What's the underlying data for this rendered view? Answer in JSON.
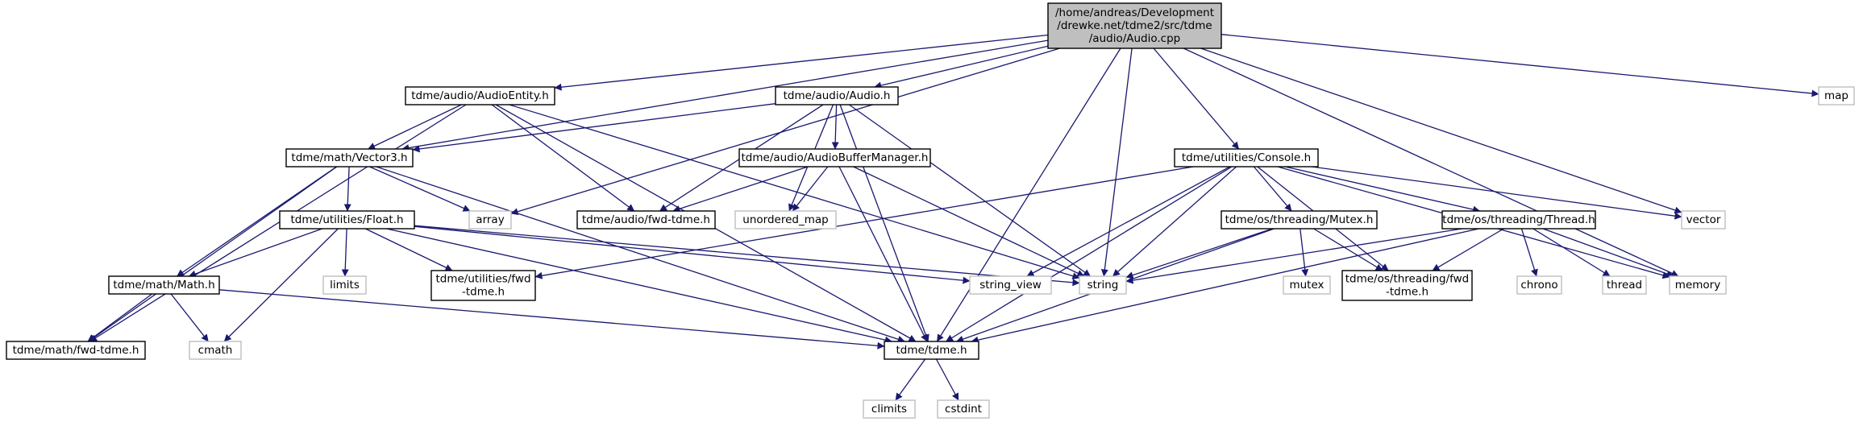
{
  "colors": {
    "edge": "#191970",
    "node_border": "#000000",
    "external_border": "#bfbfbf",
    "root_fill": "#bfbfbf",
    "node_fill": "#ffffff",
    "text": "#000000"
  },
  "nodes": [
    {
      "id": "root",
      "kind": "root",
      "lines": [
        "/home/andreas/Development",
        "/drewke.net/tdme2/src/tdme",
        "/audio/Audio.cpp"
      ]
    },
    {
      "id": "map",
      "kind": "external",
      "lines": [
        "map"
      ]
    },
    {
      "id": "audioentity",
      "kind": "header",
      "lines": [
        "tdme/audio/AudioEntity.h"
      ]
    },
    {
      "id": "audio",
      "kind": "header",
      "lines": [
        "tdme/audio/Audio.h"
      ]
    },
    {
      "id": "console",
      "kind": "header",
      "lines": [
        "tdme/utilities/Console.h"
      ]
    },
    {
      "id": "vector3",
      "kind": "header",
      "lines": [
        "tdme/math/Vector3.h"
      ]
    },
    {
      "id": "abm",
      "kind": "header",
      "lines": [
        "tdme/audio/AudioBufferManager.h"
      ]
    },
    {
      "id": "array",
      "kind": "external",
      "lines": [
        "array"
      ]
    },
    {
      "id": "float",
      "kind": "header",
      "lines": [
        "tdme/utilities/Float.h"
      ]
    },
    {
      "id": "audiofwd",
      "kind": "header",
      "lines": [
        "tdme/audio/fwd-tdme.h"
      ]
    },
    {
      "id": "unordered",
      "kind": "external",
      "lines": [
        "unordered_map"
      ]
    },
    {
      "id": "mutexh",
      "kind": "header",
      "lines": [
        "tdme/os/threading/Mutex.h"
      ]
    },
    {
      "id": "threadh",
      "kind": "header",
      "lines": [
        "tdme/os/threading/Thread.h"
      ]
    },
    {
      "id": "vector",
      "kind": "external",
      "lines": [
        "vector"
      ]
    },
    {
      "id": "mathh",
      "kind": "header",
      "lines": [
        "tdme/math/Math.h"
      ]
    },
    {
      "id": "limits",
      "kind": "external",
      "lines": [
        "limits"
      ]
    },
    {
      "id": "utilfwd",
      "kind": "header",
      "lines": [
        "tdme/utilities/fwd",
        "-tdme.h"
      ]
    },
    {
      "id": "stringview",
      "kind": "external",
      "lines": [
        "string_view"
      ]
    },
    {
      "id": "string",
      "kind": "external",
      "lines": [
        "string"
      ]
    },
    {
      "id": "mutex",
      "kind": "external",
      "lines": [
        "mutex"
      ]
    },
    {
      "id": "threadfwd",
      "kind": "header",
      "lines": [
        "tdme/os/threading/fwd",
        "-tdme.h"
      ]
    },
    {
      "id": "chrono",
      "kind": "external",
      "lines": [
        "chrono"
      ]
    },
    {
      "id": "thread",
      "kind": "external",
      "lines": [
        "thread"
      ]
    },
    {
      "id": "memory",
      "kind": "external",
      "lines": [
        "memory"
      ]
    },
    {
      "id": "mathfwd",
      "kind": "header",
      "lines": [
        "tdme/math/fwd-tdme.h"
      ]
    },
    {
      "id": "cmath",
      "kind": "external",
      "lines": [
        "cmath"
      ]
    },
    {
      "id": "tdmeh",
      "kind": "header",
      "lines": [
        "tdme/tdme.h"
      ]
    },
    {
      "id": "climits",
      "kind": "external",
      "lines": [
        "climits"
      ]
    },
    {
      "id": "cstdint",
      "kind": "external",
      "lines": [
        "cstdint"
      ]
    }
  ],
  "edges": [
    [
      "root",
      "map"
    ],
    [
      "root",
      "audioentity"
    ],
    [
      "root",
      "audio"
    ],
    [
      "root",
      "console"
    ],
    [
      "root",
      "vector3"
    ],
    [
      "root",
      "array"
    ],
    [
      "root",
      "string"
    ],
    [
      "root",
      "vector"
    ],
    [
      "root",
      "memory"
    ],
    [
      "root",
      "tdmeh"
    ],
    [
      "audioentity",
      "vector3"
    ],
    [
      "audioentity",
      "audiofwd"
    ],
    [
      "audioentity",
      "mathfwd"
    ],
    [
      "audioentity",
      "tdmeh"
    ],
    [
      "audioentity",
      "string"
    ],
    [
      "audio",
      "vector3"
    ],
    [
      "audio",
      "abm"
    ],
    [
      "audio",
      "audiofwd"
    ],
    [
      "audio",
      "unordered"
    ],
    [
      "audio",
      "string"
    ],
    [
      "audio",
      "tdmeh"
    ],
    [
      "vector3",
      "array"
    ],
    [
      "vector3",
      "float"
    ],
    [
      "vector3",
      "mathh"
    ],
    [
      "vector3",
      "mathfwd"
    ],
    [
      "vector3",
      "tdmeh"
    ],
    [
      "abm",
      "audiofwd"
    ],
    [
      "abm",
      "unordered"
    ],
    [
      "abm",
      "string"
    ],
    [
      "abm",
      "tdmeh"
    ],
    [
      "float",
      "mathh"
    ],
    [
      "float",
      "limits"
    ],
    [
      "float",
      "utilfwd"
    ],
    [
      "float",
      "cmath"
    ],
    [
      "float",
      "string"
    ],
    [
      "float",
      "stringview"
    ],
    [
      "float",
      "tdmeh"
    ],
    [
      "mathh",
      "mathfwd"
    ],
    [
      "mathh",
      "cmath"
    ],
    [
      "mathh",
      "tdmeh"
    ],
    [
      "console",
      "utilfwd"
    ],
    [
      "console",
      "stringview"
    ],
    [
      "console",
      "string"
    ],
    [
      "console",
      "tdmeh"
    ],
    [
      "console",
      "mutexh"
    ],
    [
      "console",
      "threadfwd"
    ],
    [
      "console",
      "threadh"
    ],
    [
      "console",
      "vector"
    ],
    [
      "console",
      "memory"
    ],
    [
      "mutexh",
      "string"
    ],
    [
      "mutexh",
      "mutex"
    ],
    [
      "mutexh",
      "threadfwd"
    ],
    [
      "mutexh",
      "tdmeh"
    ],
    [
      "threadh",
      "string"
    ],
    [
      "threadh",
      "threadfwd"
    ],
    [
      "threadh",
      "tdmeh"
    ],
    [
      "threadh",
      "chrono"
    ],
    [
      "threadh",
      "thread"
    ],
    [
      "threadh",
      "memory"
    ],
    [
      "tdmeh",
      "climits"
    ],
    [
      "tdmeh",
      "cstdint"
    ]
  ]
}
